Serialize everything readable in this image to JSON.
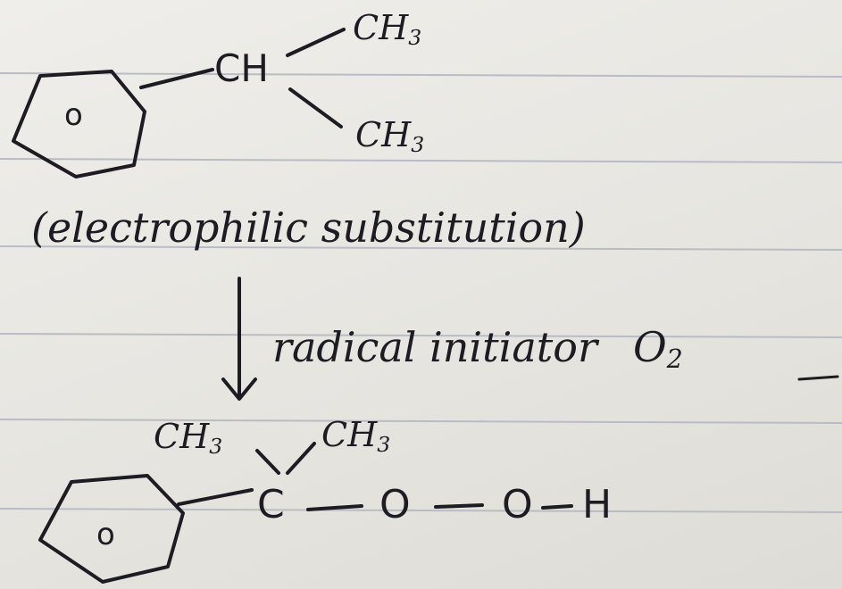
{
  "structure_1": {
    "ring_label": "o",
    "ch": "CH",
    "methyl_top": "CH",
    "methyl_top_sub": "3",
    "methyl_bottom": "CH",
    "methyl_bottom_sub": "3"
  },
  "annotation": {
    "note": "(electrophilic substitution)",
    "reagent": "radical initiator",
    "oxygen": "O",
    "oxygen_sub": "2"
  },
  "structure_2": {
    "ring_label": "o",
    "methyl_left": "CH",
    "methyl_left_sub": "3",
    "methyl_right": "CH",
    "methyl_right_sub": "3",
    "carbon": "C",
    "oxygen_1": "O",
    "oxygen_2": "O",
    "hydrogen": "H"
  },
  "colors": {
    "ink": "#1c1c22",
    "paper": "#e9e8e3",
    "ruling": "#b9bcc4"
  }
}
